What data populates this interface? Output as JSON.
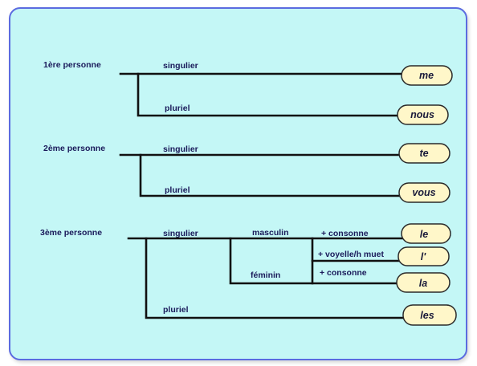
{
  "groups": [
    {
      "person": "1ère personne",
      "singular": "singulier",
      "plural": "pluriel",
      "sing_form": "me",
      "plur_form": "nous"
    },
    {
      "person": "2ème personne",
      "singular": "singulier",
      "plural": "pluriel",
      "sing_form": "te",
      "plur_form": "vous"
    },
    {
      "person": "3ème personne",
      "singular": "singulier",
      "plural": "pluriel",
      "masculine": "masculin",
      "feminine": "féminin",
      "cond_consonant_m": "+ consonne",
      "cond_vowel": "+ voyelle/h muet",
      "cond_consonant_f": "+ consonne",
      "form_le": "le",
      "form_l": "l'",
      "form_la": "la",
      "form_les": "les"
    }
  ],
  "colors": {
    "panel": "#c4f7f6",
    "border": "#5b6be0",
    "box": "#fff7c9",
    "label": "#1a1a5a"
  }
}
